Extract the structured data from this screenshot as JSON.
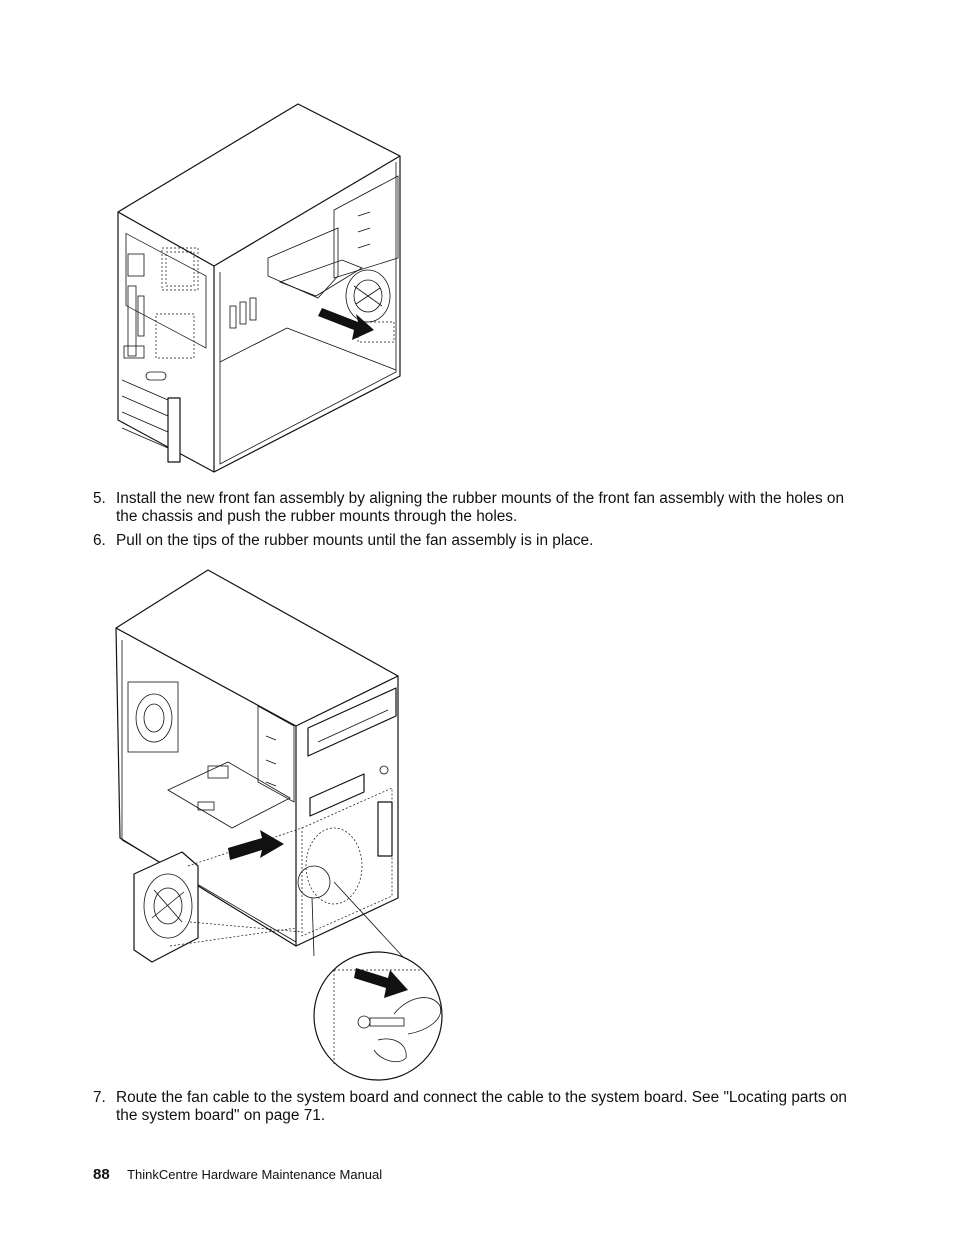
{
  "steps": [
    {
      "number": "5.",
      "text": "Install the new front fan assembly by aligning the rubber mounts of the front fan assembly with the holes on the chassis and push the rubber mounts through the holes."
    },
    {
      "number": "6.",
      "text": "Pull on the tips of the rubber mounts until the fan assembly is in place."
    },
    {
      "number": "7.",
      "text": "Route the fan cable to the system board and connect the cable to the system board.  See \"Locating parts on the system board\" on page 71."
    }
  ],
  "footer": {
    "page_number": "88",
    "manual_title": "ThinkCentre Hardware Maintenance Manual"
  }
}
